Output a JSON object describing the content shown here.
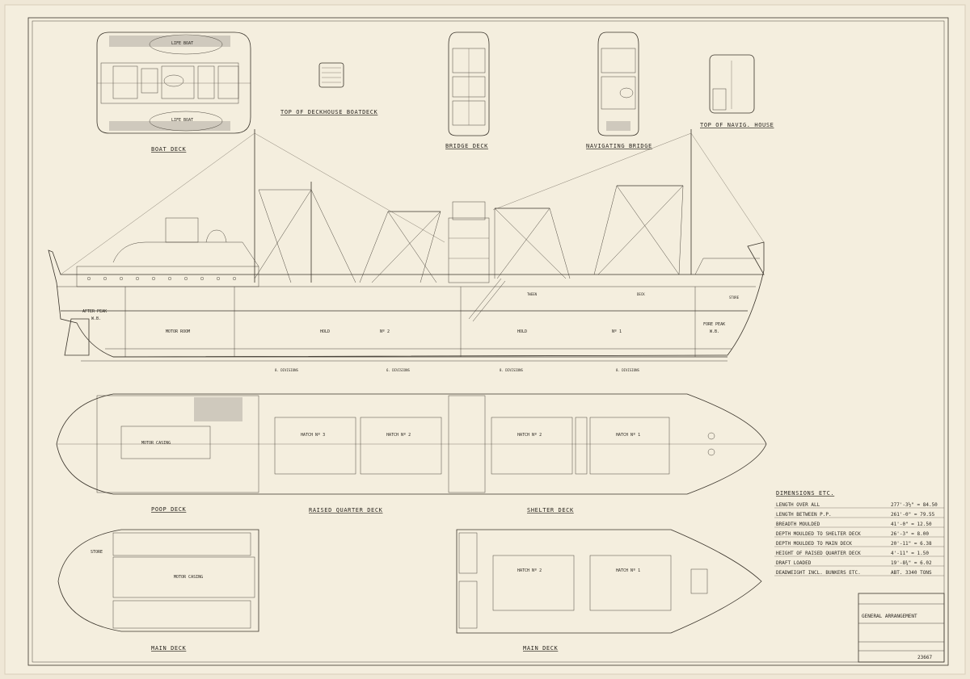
{
  "views": {
    "boat_deck": "BOAT DECK",
    "top_of_deckhouse": "TOP OF DECKHOUSE BOATDECK",
    "bridge_deck": "BRIDGE DECK",
    "navigating_bridge": "NAVIGATING BRIDGE",
    "top_of_navig_house": "TOP OF NAVIG. HOUSE",
    "poop_deck": "POOP DECK",
    "raised_quarter_deck": "RAISED QUARTER DECK",
    "shelter_deck": "SHELTER DECK",
    "main_deck_aft": "MAIN DECK",
    "main_deck_fwd": "MAIN DECK"
  },
  "boat_deck_labels": {
    "life_boat_1": "LIFE BOAT",
    "life_boat_2": "LIFE BOAT"
  },
  "profile_labels": {
    "after_peak": "AFTER PEAK",
    "after_peak_wb": "W.B.",
    "motor_room": "MOTOR ROOM",
    "hold_aft": "HOLD",
    "no2": "Nº 2",
    "hold_fwd": "HOLD",
    "no1": "Nº 1",
    "fore_peak": "FORE PEAK",
    "fore_peak_wb": "W.B.",
    "tween": "TWEEN",
    "deck": "DECK",
    "store": "STORE",
    "divisions_1": "8. DIVISIONS",
    "divisions_2": "6. DIVISIONS",
    "divisions_3": "8. DIVISIONS",
    "divisions_4": "8. DIVISIONS"
  },
  "plan_labels": {
    "motor_casing": "MOTOR CASING",
    "hatch_no3": "HATCH Nº 3",
    "hatch_no2_aft": "HATCH Nº 2",
    "hatch_no2_fwd": "HATCH Nº 2",
    "hatch_no1": "HATCH Nº 1",
    "motor_casing_main": "MOTOR CASING",
    "store": "STORE",
    "hatch_no2_main": "HATCH Nº 2",
    "hatch_no1_main": "HATCH Nº 1"
  },
  "dimensions_title": "DIMENSIONS ETC.",
  "dimensions": [
    {
      "label": "LENGTH OVER ALL",
      "value": "277'-3½\" = 84.50"
    },
    {
      "label": "LENGTH BETWEEN P.P.",
      "value": "261'-0\" = 79.55"
    },
    {
      "label": "BREADTH MOULDED",
      "value": "41'-0\" = 12.50"
    },
    {
      "label": "DEPTH MOULDED TO SHELTER DECK",
      "value": "26'-3\" = 8.00"
    },
    {
      "label": "DEPTH MOULDED TO MAIN DECK",
      "value": "20'-11\" = 6.38"
    },
    {
      "label": "HEIGHT OF RAISED QUARTER DECK",
      "value": "4'-11\" = 1.50"
    },
    {
      "label": "DRAFT LOADED",
      "value": "19'-8¾\" = 6.02"
    },
    {
      "label": "DEADWEIGHT INCL. BUNKERS ETC.",
      "value": "ABT. 3340 TONS"
    }
  ],
  "title_block": {
    "title": "GENERAL ARRANGEMENT",
    "drawing_no": "23667"
  }
}
